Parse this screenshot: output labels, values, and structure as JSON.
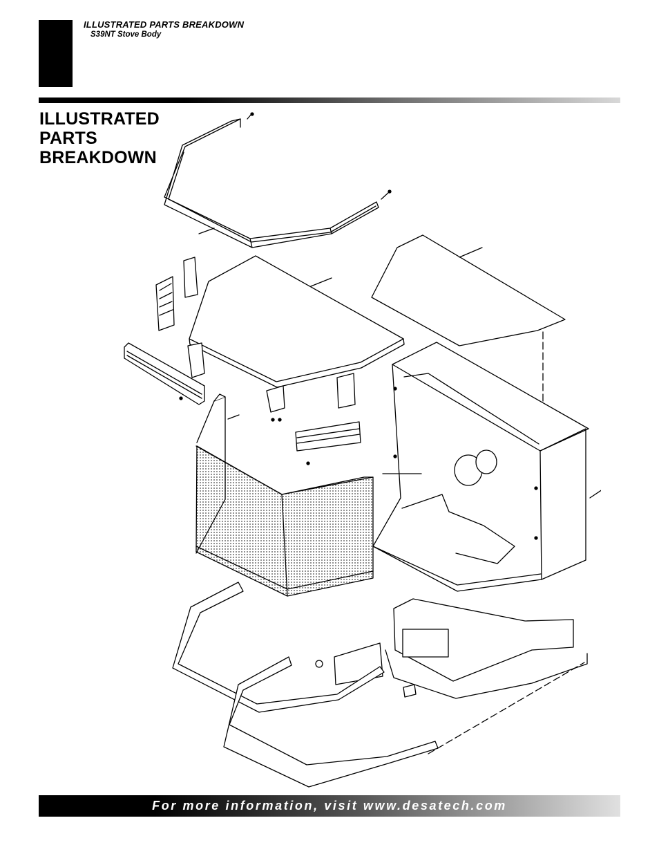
{
  "header": {
    "title": "ILLUSTRATED PARTS BREAKDOWN",
    "subtitle": "S39NT Stove Body"
  },
  "page_heading": {
    "line1": "ILLUSTRATED",
    "line2": "PARTS",
    "line3": "BREAKDOWN"
  },
  "footer": {
    "text": "For more information, visit www.desatech.com"
  },
  "colors": {
    "ink": "#000000",
    "paper": "#ffffff",
    "bar_light": "#d8d8d8"
  }
}
